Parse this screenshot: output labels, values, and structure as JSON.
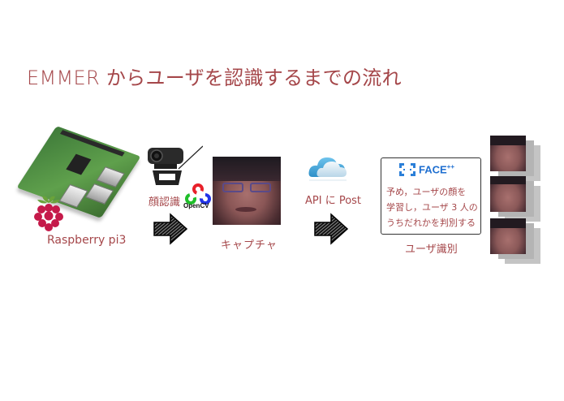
{
  "title": "EMMER からユーザを認識するまでの流れ",
  "colors": {
    "title_text": "#a5474a",
    "label_text": "#a5474a",
    "facepp_blue": "#1f6fd0",
    "box_border": "#333333",
    "shadow_gray": "#c4c4c4"
  },
  "steps": [
    {
      "id": "raspberry",
      "label": "Raspberry pi3",
      "icon": "raspberry-pi-board-icon"
    },
    {
      "id": "face-recognition",
      "label": "顔認識",
      "sublabel": "OpenCV",
      "icon": "webcam-icon"
    },
    {
      "id": "capture",
      "label": "キャプチャ",
      "icon": "captured-face-image"
    },
    {
      "id": "api",
      "label": "API に Post",
      "icon": "cloud-icon"
    },
    {
      "id": "identify",
      "label": "ユーザ識別",
      "logo": "FACE",
      "logo_sup": "++",
      "description_lines": [
        "予め，ユーザの顔を",
        "学習し，ユーザ 3 人の",
        "うちだれかを判別する"
      ]
    }
  ],
  "users": [
    {
      "name": "user-face-1"
    },
    {
      "name": "user-face-2"
    },
    {
      "name": "user-face-3"
    }
  ]
}
